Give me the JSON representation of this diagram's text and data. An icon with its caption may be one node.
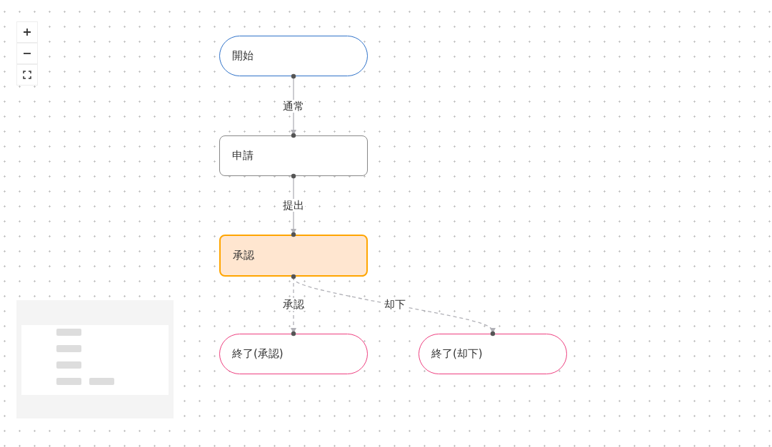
{
  "diagram": {
    "nodes": [
      {
        "text": [
          "開始"
        ]
      },
      {
        "text": [
          "申請"
        ]
      },
      {
        "text": [
          "承認"
        ]
      },
      {
        "text": [
          "終了(承認)"
        ]
      },
      {
        "text": [
          "終了(却下)"
        ]
      }
    ],
    "edges": [
      {
        "from": 0,
        "to": 1,
        "arrow": "to",
        "label": "通常"
      },
      {
        "from": 1,
        "to": 2,
        "arrow": "to",
        "label": "提出"
      },
      {
        "from": 2,
        "to": 3,
        "arrow": "to",
        "label": "承認",
        "style": "dashed"
      },
      {
        "from": 2,
        "to": 4,
        "arrow": "to",
        "label": "却下",
        "style": "dashed"
      }
    ]
  }
}
